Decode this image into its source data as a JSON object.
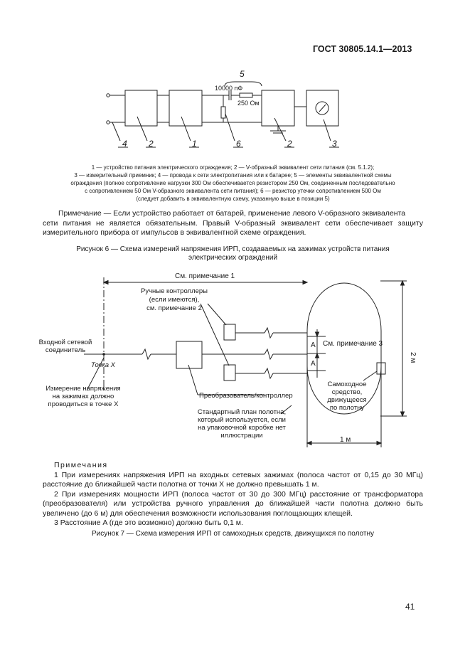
{
  "header": {
    "standard": "ГОСТ 30805.14.1—2013"
  },
  "figure6": {
    "labels": {
      "group": "5",
      "cap": "10000 пФ",
      "res": "250 Ом",
      "n4": "4",
      "n2a": "2",
      "n1": "1",
      "n6": "6",
      "n2b": "2",
      "n3": "3"
    },
    "legend": [
      "1 — устройство питания электрического ограждения; 2 — V-образный эквивалент сети питания (см. 5.1.2);",
      "3 — измерительный приемник; 4 — провода к сети электропитания или к батарее; 5 — элементы эквивалентной схемы",
      "ограждения (полное сопротивление нагрузки 300 Ом обеспечивается резистором 250 Ом, соединенным последовательно",
      "с сопротивлением 50 Ом V-образного эквивалента сети питания); 6 — резистор утечки сопротивлением 500 Ом",
      "(следует добавить в эквивалентную схему, указанную выше в позиции 5)"
    ],
    "note_lead": "Примечание — Если устройство работает от батарей, применение левого V-образного эквивалента",
    "note_rest": "сети питания не является обязательным. Правый V-образный эквивалент сети обеспечивает защиту измеритель­ного прибора от импульсов в эквивалентной схеме ограждения.",
    "title_line1": "Рисунок 6 — Схема измерений напряжения ИРП, создаваемых на зажимах устройств питания",
    "title_line2": "электрических ограждений"
  },
  "figure7": {
    "labels": {
      "see_note1": "См. примечание 1",
      "manual1": "Ручные контроллеры",
      "manual2": "(если имеются),",
      "manual3": "см. примечание 2",
      "input1": "Входной сетевой",
      "input2": "соединитель",
      "point": "Точка X",
      "meas1": "Измерение напряжения",
      "meas2": "на зажимах должно",
      "meas3": "проводиться в точке X",
      "conv": "Преобразователь/контроллер",
      "std1": "Стандартный план полотна,",
      "std2": "который используется, если",
      "std3": "на упаковочной коробке нет",
      "std4": "иллюстрации",
      "see_note3": "См. примечание 3",
      "self1": "Самоходное",
      "self2": "средство,",
      "self3": "движущееся",
      "self4": "по полотну",
      "a_top": "A",
      "a_bot": "A",
      "dim_2m": "2 м",
      "dim_1m": "1 м"
    },
    "notes_title": "Примечания",
    "notes": [
      "1 При измерениях напряжения ИРП на входных сетевых зажимах (полоса частот от 0,15 до 30 МГц) расстоя­ние до ближайшей части полотна от точки X не должно превышать 1 м.",
      "2 При измерениях мощности ИРП (полоса частот от 30 до 300 МГц) расстояние от трансформатора (преоб­разователя) или устройства ручного управления до ближайшей части полотна должно быть увеличено (до 6 м) для обеспечения возможности использования поглощающих клещей.",
      "3 Расстояние A (где это возможно) должно быть 0,1 м."
    ],
    "title": "Рисунок 7 — Схема измерения ИРП от самоходных средств, движущихся по полотну"
  },
  "page_number": "41"
}
